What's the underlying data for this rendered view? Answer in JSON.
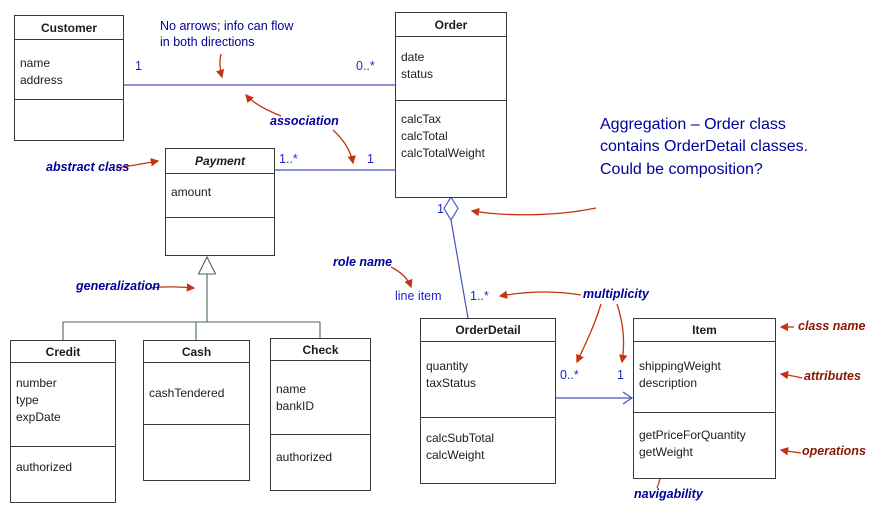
{
  "classes": {
    "customer": {
      "title": "Customer",
      "attrs": [
        "name",
        "address"
      ]
    },
    "order": {
      "title": "Order",
      "attrs": [
        "date",
        "status"
      ],
      "ops": [
        "calcTax",
        "calcTotal",
        "calcTotalWeight"
      ]
    },
    "payment": {
      "title": "Payment",
      "attrs": [
        "amount"
      ]
    },
    "credit": {
      "title": "Credit",
      "attrs": [
        "number",
        "type",
        "expDate"
      ],
      "ops": [
        "authorized"
      ]
    },
    "cash": {
      "title": "Cash",
      "attrs": [
        "cashTendered"
      ]
    },
    "check": {
      "title": "Check",
      "attrs": [
        "name",
        "bankID"
      ],
      "ops": [
        "authorized"
      ]
    },
    "order_detail": {
      "title": "OrderDetail",
      "attrs": [
        "quantity",
        "taxStatus"
      ],
      "ops": [
        "calcSubTotal",
        "calcWeight"
      ]
    },
    "item": {
      "title": "Item",
      "attrs": [
        "shippingWeight",
        "description"
      ],
      "ops": [
        "getPriceForQuantity",
        "getWeight"
      ]
    }
  },
  "multiplicities": {
    "customer_side": "1",
    "order_side": "0..*",
    "payment_side": "1..*",
    "order_near_payment": "1",
    "order_aggregate": "1",
    "detail_aggregate": "1..*",
    "detail_side": "0..*",
    "item_side": "1"
  },
  "role": {
    "line_item": "line item"
  },
  "annotations": {
    "no_arrows": "No arrows; info can flow in both directions",
    "association": "association",
    "abstract_class": "abstract class",
    "generalization": "generalization",
    "role_name": "role name",
    "multiplicity": "multiplicity",
    "aggregation_note": "Aggregation – Order class contains OrderDetail classes.  Could be composition?",
    "class_name": "class name",
    "attributes": "attributes",
    "operations": "operations",
    "navigability": "navigability"
  },
  "colors": {
    "annotation_navy": "#000099",
    "multiplicity_blue": "#2424cc",
    "pointer_red": "#c63310",
    "label_maroon": "#8b1500",
    "association_line": "#4455bb",
    "generalization_line": "#47685c"
  }
}
